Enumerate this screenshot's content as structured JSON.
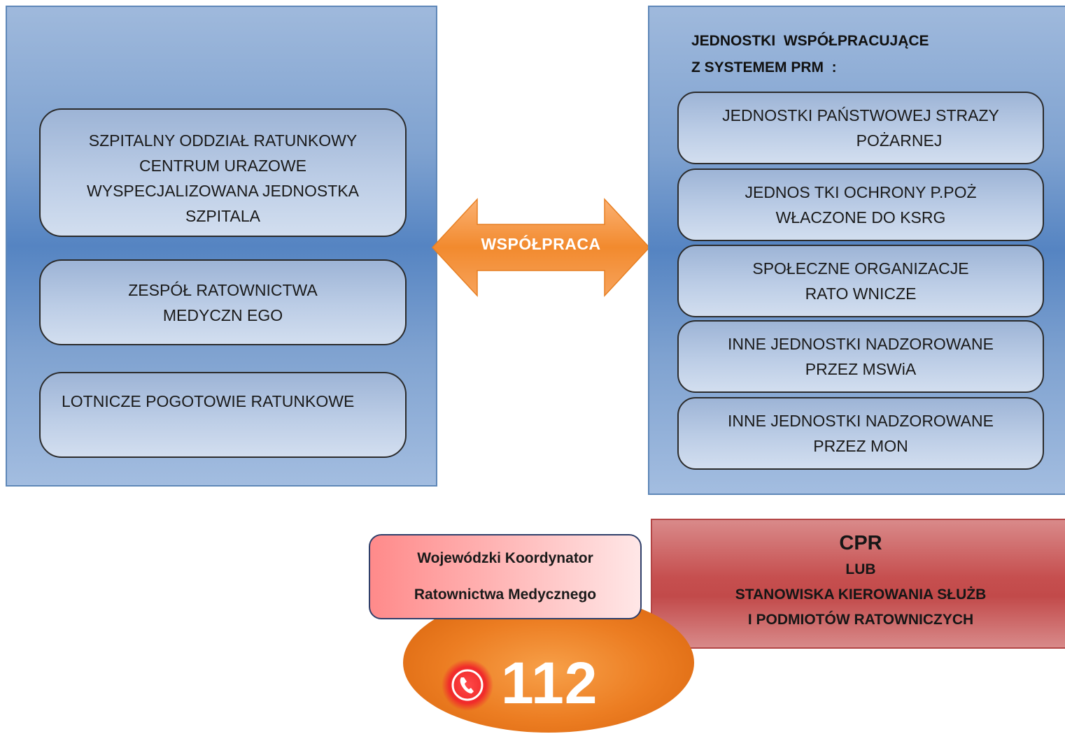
{
  "left_panel": {
    "boxes": [
      {
        "lines": [
          "SZPITALNY ODDZIAŁ RATUNKOWY",
          "CENTRUM URAZOWE",
          "WYSPECJALIZOWANA JEDNOSTKA",
          "SZPITALA"
        ]
      },
      {
        "lines": [
          "ZESPÓŁ RATOWNICTWA",
          "MEDYCZN EGO"
        ]
      },
      {
        "lines": [
          "LOTNICZE POGOTOWIE RATUNKOWE"
        ]
      }
    ]
  },
  "arrow": {
    "label": "WSPÓŁPRACA"
  },
  "right_panel": {
    "heading_line1": "JEDNOSTKI  WSPÓŁPRACUJĄCE",
    "heading_line2": "Z SYSTEMEM PRM  :",
    "boxes": [
      {
        "lines": [
          "JEDNOSTKI PAŃSTWOWEJ STRAZY",
          "POŻARNEJ"
        ]
      },
      {
        "lines": [
          "JEDNOS TKI OCHRONY P.POŻ",
          "WŁACZONE DO KSRG"
        ]
      },
      {
        "lines": [
          "SPOŁECZNE ORGANIZACJE",
          "RATO WNICZE"
        ]
      },
      {
        "lines": [
          "INNE JEDNOSTKI NADZOROWANE",
          "PRZEZ MSWiA"
        ]
      },
      {
        "lines": [
          "INNE JEDNOSTKI NADZOROWANE",
          "PRZEZ MON"
        ]
      }
    ]
  },
  "cpr": {
    "title": "CPR",
    "or": "LUB",
    "line1": "STANOWISKA KIEROWANIA SŁUŻB",
    "line2": "I PODMIOTÓW RATOWNICZYCH"
  },
  "wkrm": {
    "line1": "Wojewódzki Koordynator",
    "line2": "Ratownictwa Medycznego"
  },
  "emergency": {
    "number": "112",
    "icon": "phone-icon"
  },
  "colors": {
    "panel_blue": "#5584c2",
    "arrow_orange": "#f28a2e",
    "ellipse_orange": "#e8741c",
    "cpr_red": "#c24a4a",
    "phone_red": "#e01e1e"
  }
}
